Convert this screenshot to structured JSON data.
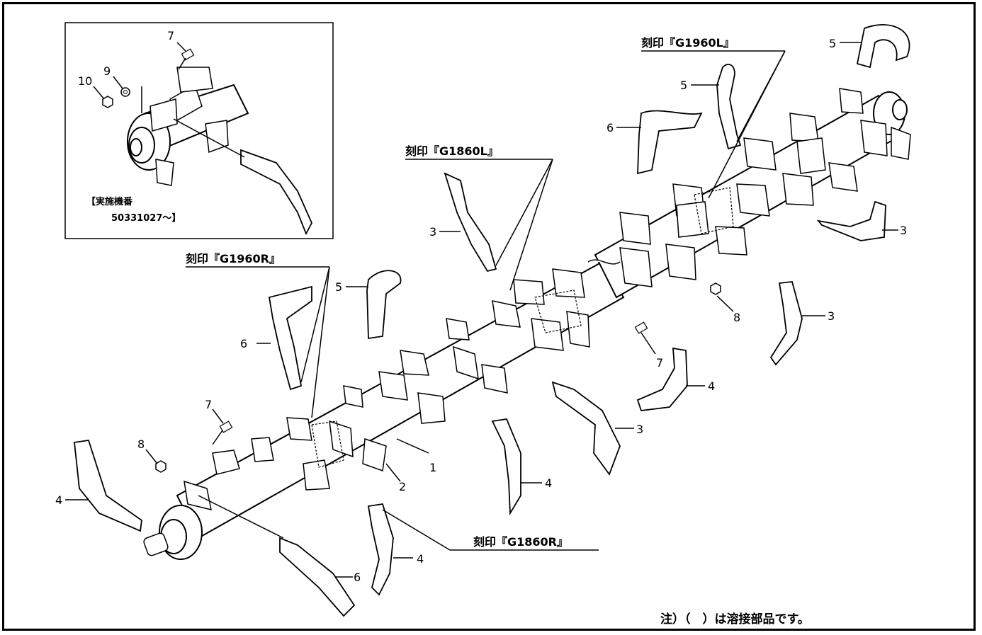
{
  "inset": {
    "serial_label": "【実施機番",
    "serial_value": "50331027～】",
    "callouts": [
      "7",
      "9",
      "10"
    ]
  },
  "stamps": {
    "g1960l": "刻印『G1960L』",
    "g1860l": "刻印『G1860L』",
    "g1960r": "刻印『G1960R』",
    "g1860r": "刻印『G1860R』"
  },
  "callouts": {
    "c1": "1",
    "c2": "2",
    "c3a": "3",
    "c3b": "3",
    "c3c": "3",
    "c3d": "3",
    "c4a": "4",
    "c4b": "4",
    "c4c": "4",
    "c4d": "4",
    "c5a": "5",
    "c5b": "5",
    "c5c": "5",
    "c6a": "6",
    "c6b": "6",
    "c6c": "6",
    "c7a": "7",
    "c7b": "7",
    "c8a": "8",
    "c8b": "8"
  },
  "note": "注）（　）は溶接部品です。"
}
